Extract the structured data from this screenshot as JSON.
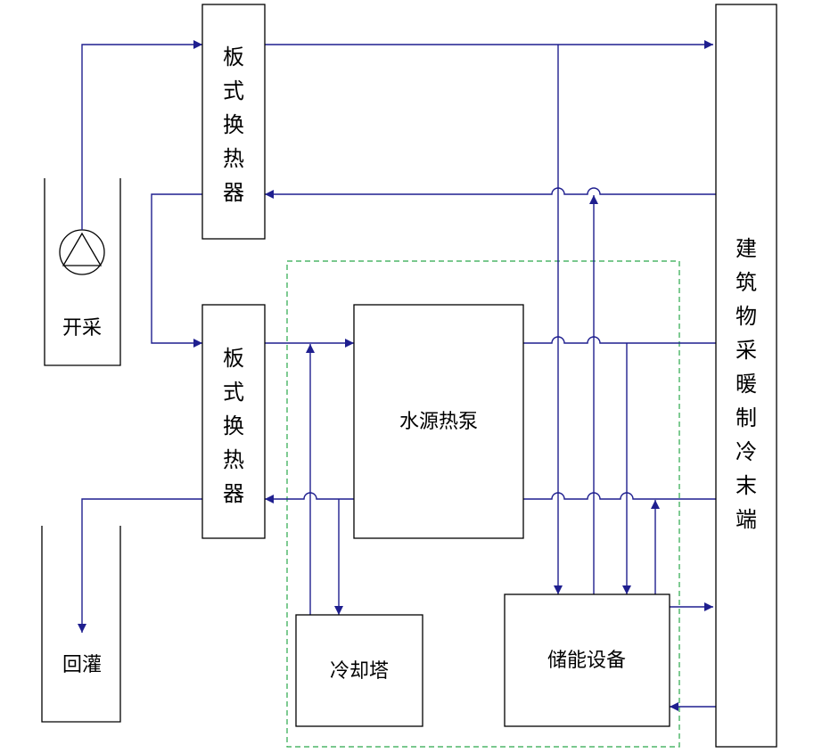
{
  "wells": {
    "extraction_label": "开采",
    "reinjection_label": "回灌"
  },
  "heat_exchanger_top": {
    "label": [
      "板",
      "式",
      "换",
      "热",
      "器"
    ]
  },
  "heat_exchanger_bottom": {
    "label": [
      "板",
      "式",
      "换",
      "热",
      "器"
    ]
  },
  "heat_pump": {
    "label": "水源热泵"
  },
  "cooling_tower": {
    "label": "冷却塔"
  },
  "storage": {
    "label": "储能设备"
  },
  "building_terminal": {
    "label": [
      "建",
      "筑",
      "物",
      "采",
      "暖",
      "制",
      "冷",
      "末",
      "端"
    ]
  },
  "colors": {
    "pipe": "#1f1f8f",
    "box_stroke": "#000000",
    "boundary_dashed": "#2aa84a"
  }
}
